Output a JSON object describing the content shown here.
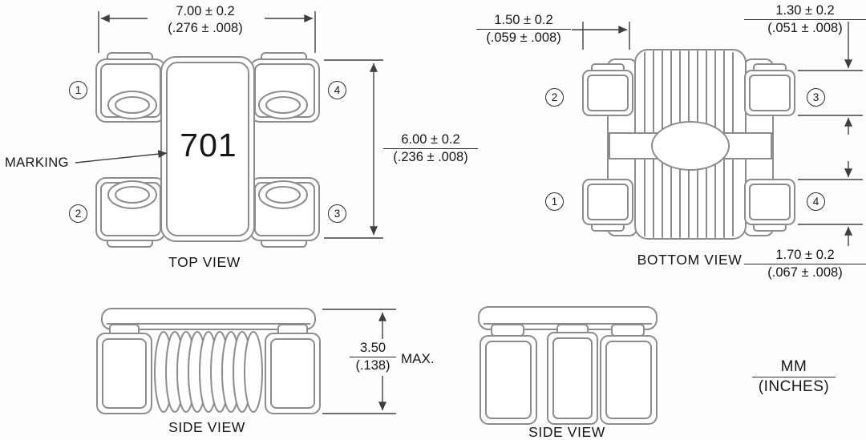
{
  "colors": {
    "drawing_line": "#8c8c8c",
    "dimension_line": "#3f3f3f",
    "text": "#161616"
  },
  "views": {
    "top": {
      "label": "TOP VIEW",
      "marking_label": "MARKING",
      "marking_text": "701",
      "terminals": [
        "1",
        "4",
        "2",
        "3"
      ],
      "dim_width": {
        "mm": "7.00 ± 0.2",
        "inches": "(.276 ± .008)"
      },
      "dim_height": {
        "mm": "6.00 ± 0.2",
        "inches": "(.236 ± .008)"
      }
    },
    "bottom": {
      "label": "BOTTOM VIEW",
      "terminals": [
        "2",
        "3",
        "1",
        "4"
      ],
      "dim_lead_offset": {
        "mm": "1.50 ± 0.2",
        "inches": "(.059 ± .008)"
      },
      "dim_pad_top": {
        "mm": "1.30 ± 0.2",
        "inches": "(.051 ± .008)"
      },
      "dim_pad_bottom": {
        "mm": "1.70 ± 0.2",
        "inches": "(.067 ± .008)"
      }
    },
    "side_left": {
      "label": "SIDE VIEW",
      "dim_height": {
        "mm": "3.50",
        "inches": "(.138)",
        "qualifier": "MAX."
      }
    },
    "side_right": {
      "label": "SIDE VIEW"
    }
  },
  "units_legend": {
    "mm": "MM",
    "inches": "(INCHES)"
  }
}
